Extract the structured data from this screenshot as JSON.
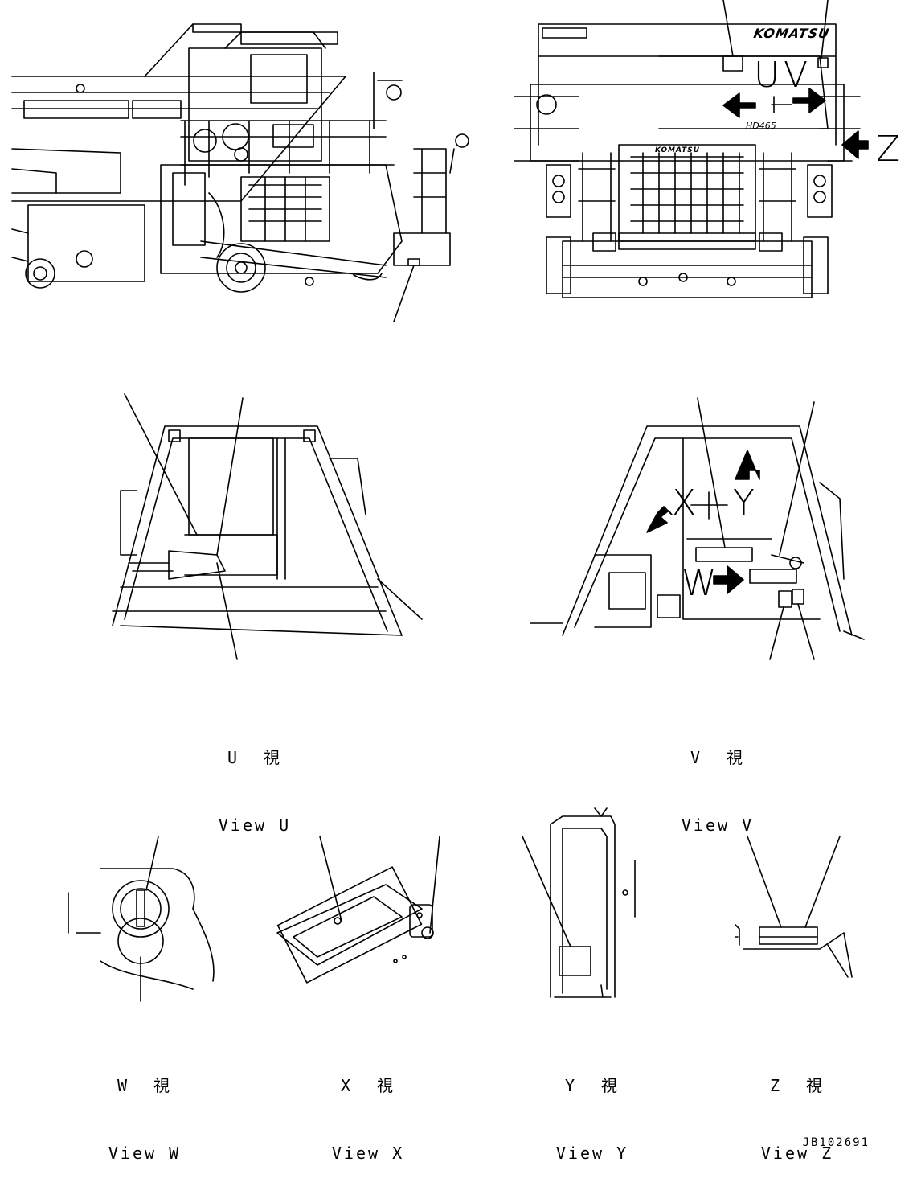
{
  "brand": "KOMATSU",
  "model_badge": "HD465",
  "view_markers": {
    "u": "U",
    "v": "V",
    "z": "Z",
    "x": "X",
    "y": "Y",
    "w": "W"
  },
  "captions": {
    "view_u": {
      "jp": "U  視",
      "en": "View U"
    },
    "view_v": {
      "jp": "V  視",
      "en": "View V"
    },
    "view_w": {
      "jp": "W  視",
      "en": "View W"
    },
    "view_x": {
      "jp": "X  視",
      "en": "View X"
    },
    "view_y": {
      "jp": "Y  視",
      "en": "View Y"
    },
    "view_z": {
      "jp": "Z  視",
      "en": "View Z"
    }
  },
  "drawing_number": "JB102691"
}
